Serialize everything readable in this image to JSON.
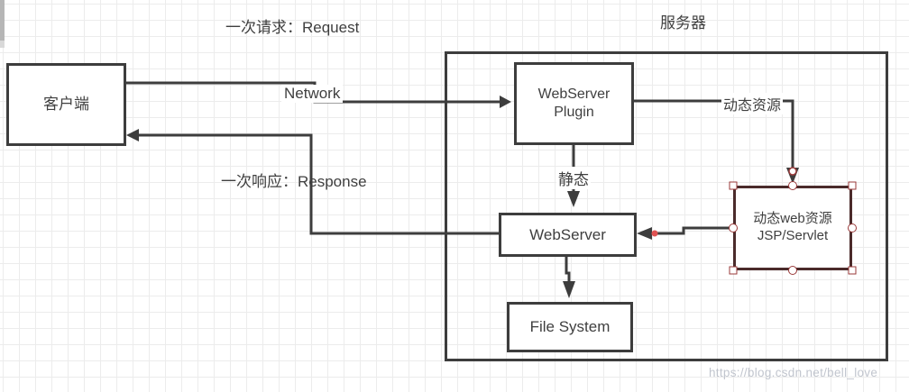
{
  "colors": {
    "line": "#3d3d3d",
    "text": "#3f3f3f",
    "sel": "#9a3a3a",
    "sel-border": "#4b2b2b",
    "dot": "#e05252",
    "grid": "#ececec",
    "wm": "#b7bcc6"
  },
  "labels": {
    "request": "一次请求：Request",
    "response": "一次响应：Response",
    "network": "Network",
    "server": "服务器",
    "dynamic_resource": "动态资源",
    "static": "静态"
  },
  "nodes": {
    "client": {
      "label": "客户端"
    },
    "webserver_plugin": {
      "line1": "WebServer",
      "line2": "Plugin"
    },
    "webserver": {
      "label": "WebServer"
    },
    "file_system": {
      "label": "File System"
    },
    "dynamic_web": {
      "line1": "动态web资源",
      "line2": "JSP/Servlet"
    }
  },
  "watermark": "https://blog.csdn.net/bell_love"
}
